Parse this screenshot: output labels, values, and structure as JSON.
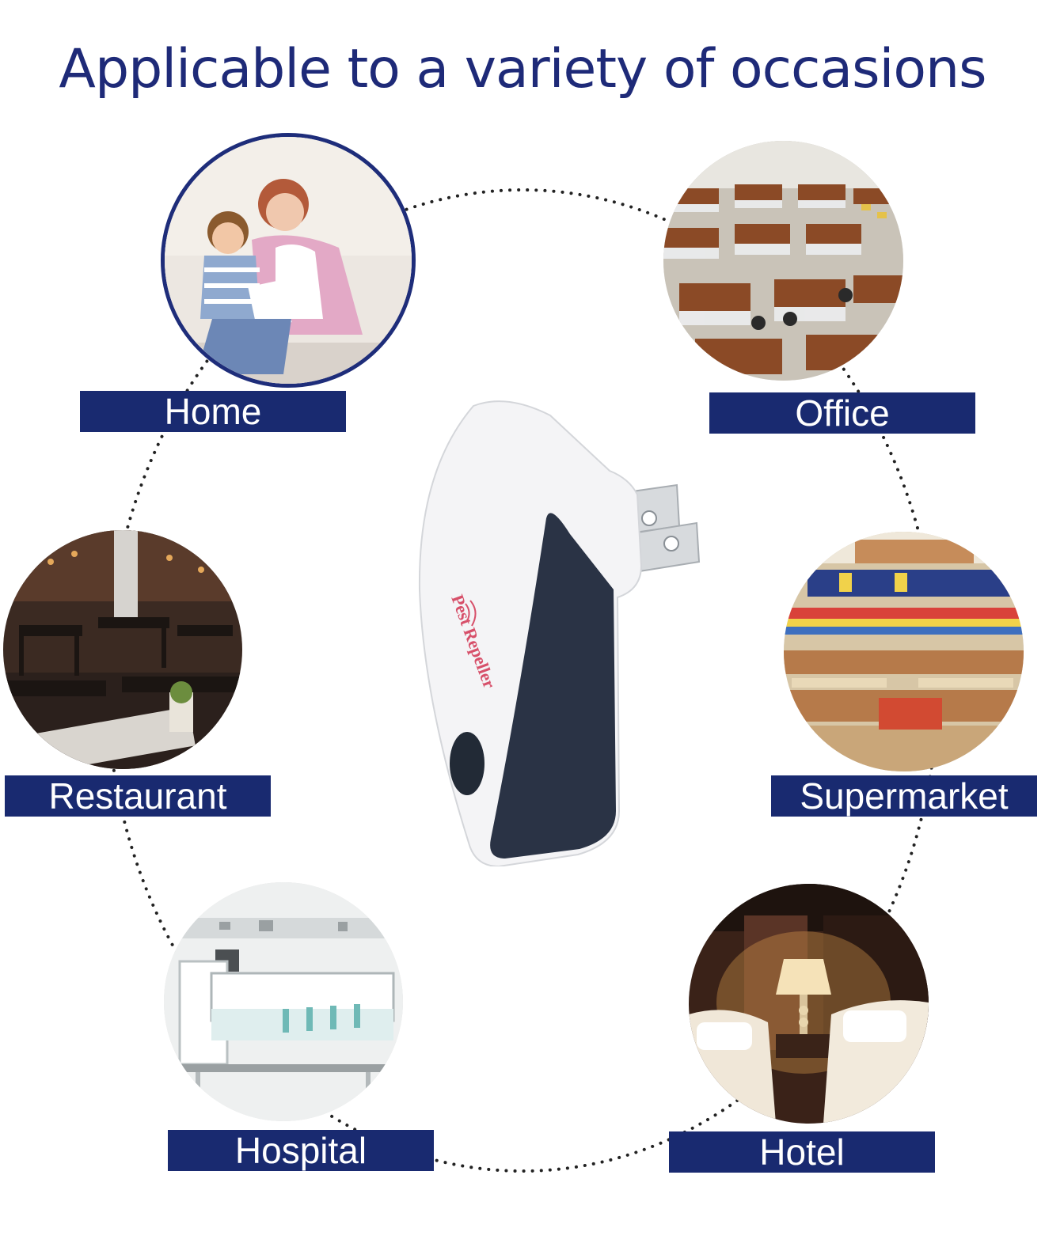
{
  "title": "Applicable to a variety of occasions",
  "occasions": {
    "home": {
      "label": "Home",
      "icon": "family-on-couch-photo"
    },
    "office": {
      "label": "Office",
      "icon": "office-cubicles-photo"
    },
    "restaurant": {
      "label": "Restaurant",
      "icon": "restaurant-tables-photo"
    },
    "supermarket": {
      "label": "Supermarket",
      "icon": "supermarket-aisles-photo"
    },
    "hospital": {
      "label": "Hospital",
      "icon": "hospital-bed-photo"
    },
    "hotel": {
      "label": "Hotel",
      "icon": "hotel-room-photo"
    }
  },
  "product": {
    "brand_text": "Pest Repeller",
    "icon": "plug-in-repeller-device"
  },
  "colors": {
    "title": "#1e2a78",
    "label_bg": "#192a70",
    "label_text": "#ffffff",
    "device_body": "#f2f2f4",
    "device_panel": "#2b3446",
    "dots": "#222222"
  }
}
